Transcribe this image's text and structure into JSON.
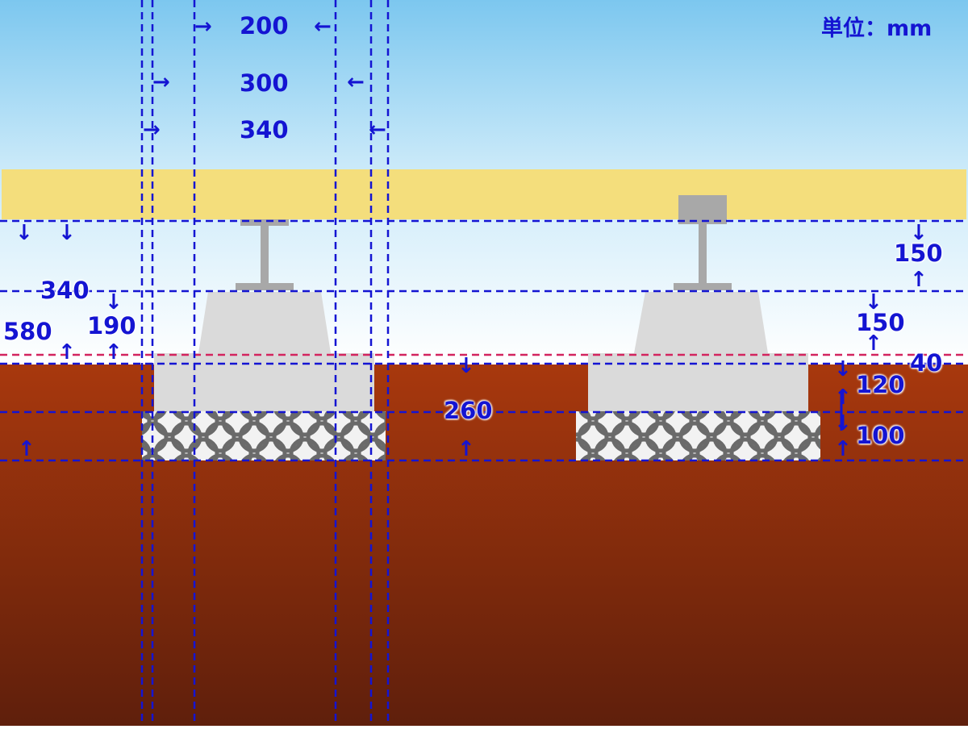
{
  "unit_label": "単位：mm",
  "dimensions": {
    "width_200": "200",
    "width_300": "300",
    "width_340": "340",
    "height_150_top": "150",
    "height_150_lower": "150",
    "height_40": "40",
    "height_120": "120",
    "height_100": "100",
    "height_260": "260",
    "height_340": "340",
    "height_580": "580",
    "height_190": "190"
  },
  "colors": {
    "dimension_line": "#1414d2",
    "reference_line": "#d3245f",
    "vehicle_body": "#f4de7c",
    "sleeper": "#dadada",
    "rail": "#a8a8a8",
    "ground_top": "#a8380d",
    "ground_bottom": "#5f1f0c",
    "sky_top": "#7cc7ef"
  },
  "icons": {
    "right": "→",
    "left": "←",
    "down": "↓",
    "up": "↑"
  }
}
